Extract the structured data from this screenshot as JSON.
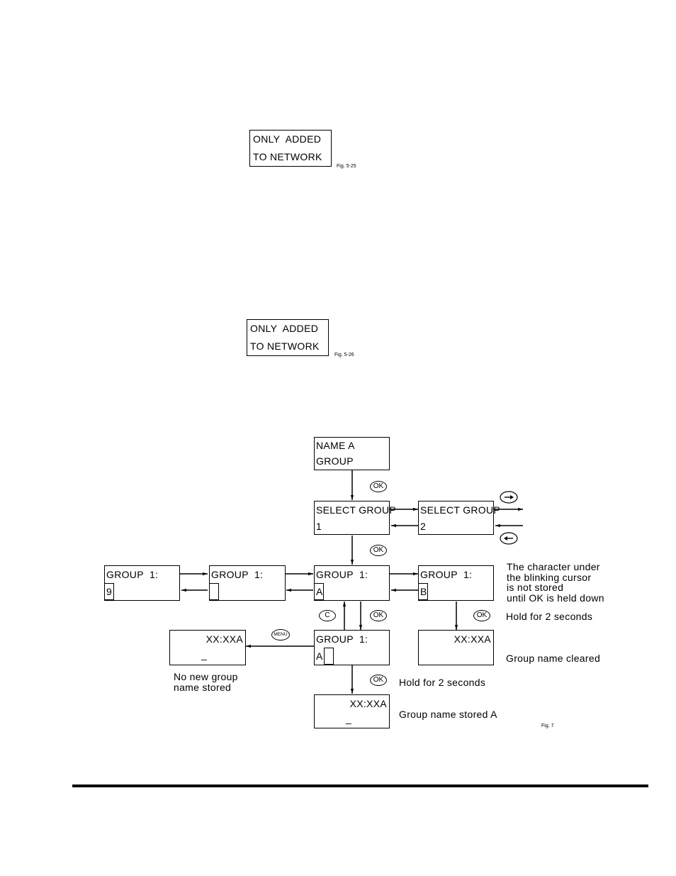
{
  "displays": {
    "d1": {
      "line1": "ONLY  ADDED",
      "line2": "TO NETWORK"
    },
    "d2": {
      "line1": "ONLY  ADDED",
      "line2": "TO NETWORK"
    },
    "name": {
      "line1": "NAME A",
      "line2": "GROUP"
    },
    "sel1": {
      "line1": "SELECT GROUP",
      "line2": "1"
    },
    "sel2": {
      "line1": "SELECT GROUP",
      "line2": "2"
    },
    "g9": {
      "line1": "GROUP  1:",
      "line2": "9"
    },
    "gblank": {
      "line1": "GROUP  1:",
      "line2": ""
    },
    "gA": {
      "line1": "GROUP  1:",
      "line2": "A"
    },
    "gB": {
      "line1": "GROUP  1:",
      "line2": "B"
    },
    "gA2": {
      "line1": "GROUP  1:",
      "line2": "A"
    },
    "menu_result": {
      "line1": "XX:XXA",
      "line2": "_"
    },
    "cleared": {
      "line1": "XX:XXA",
      "line2": ""
    },
    "stored": {
      "line1": "XX:XXA",
      "line2": "_"
    }
  },
  "buttons": {
    "ok": "OK",
    "c": "C",
    "menu": "MENU"
  },
  "notes": {
    "cursor": "The character under\nthe blinking cursor\nis not stored\nuntil OK is held down",
    "hold1": "Hold for 2 seconds",
    "cleared": "Group name cleared",
    "no_new": "No new group\nname stored",
    "hold2": "Hold for 2 seconds",
    "stored": "Group name stored A"
  },
  "figs": {
    "f1": "Fig. 5-25",
    "f2": "Fig. 5-26",
    "f3": "Fig. 7"
  }
}
